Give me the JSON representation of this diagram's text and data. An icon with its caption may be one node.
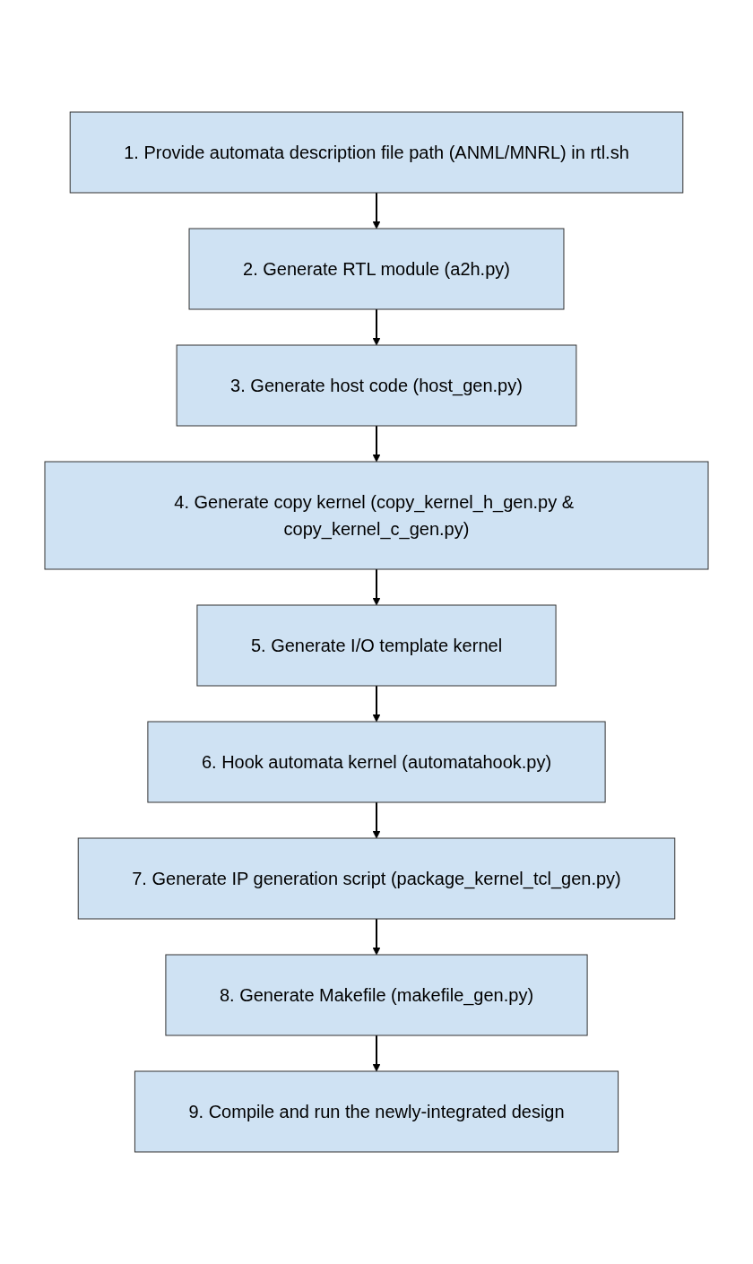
{
  "diagram": {
    "nodes": [
      {
        "text": [
          "1. Provide automata description file path (ANML/MNRL) in rtl.sh"
        ]
      },
      {
        "text": [
          "2. Generate RTL module (a2h.py)"
        ]
      },
      {
        "text": [
          "3. Generate host code (host_gen.py)"
        ]
      },
      {
        "text": [
          "4. Generate copy kernel (copy_kernel_h_gen.py & copy_kernel_c_gen.py)"
        ]
      },
      {
        "text": [
          "5. Generate I/O template kernel"
        ]
      },
      {
        "text": [
          "6. Hook automata kernel (automatahook.py)"
        ]
      },
      {
        "text": [
          "7. Generate IP generation script (package_kernel_tcl_gen.py)"
        ]
      },
      {
        "text": [
          "8. Generate Makefile (makefile_gen.py)"
        ]
      },
      {
        "text": [
          "9. Compile and run the newly-integrated design"
        ]
      }
    ],
    "edges": [
      {
        "from": 0,
        "to": 1,
        "arrow": "to"
      },
      {
        "from": 1,
        "to": 2,
        "arrow": "to"
      },
      {
        "from": 2,
        "to": 3,
        "arrow": "to"
      },
      {
        "from": 3,
        "to": 4,
        "arrow": "to"
      },
      {
        "from": 4,
        "to": 5,
        "arrow": "to"
      },
      {
        "from": 5,
        "to": 6,
        "arrow": "to"
      },
      {
        "from": 6,
        "to": 7,
        "arrow": "to"
      },
      {
        "from": 7,
        "to": 8,
        "arrow": "to"
      }
    ]
  }
}
